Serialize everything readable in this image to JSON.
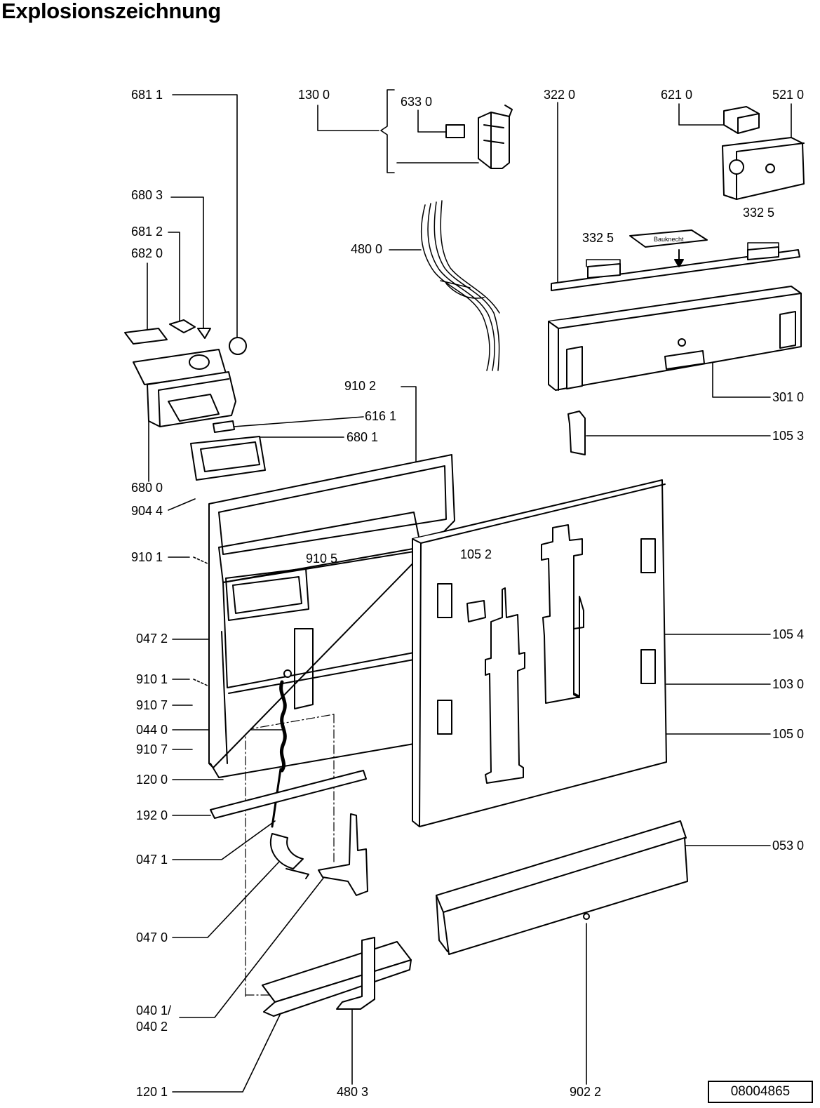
{
  "title": "Explosionszeichnung",
  "brand_mark": "Bauknecht",
  "document_number": "08004865",
  "part_labels": [
    "681 1",
    "130 0",
    "633 0",
    "322  0",
    "621 0",
    "521 0",
    "680 3",
    "681 2",
    "682 0",
    "332  5",
    "332  5",
    "480 0",
    "910 2",
    "616 1",
    "680 1",
    "301 0",
    "105 3",
    "680 0",
    "904 4",
    "910 1",
    "910 5",
    "105 2",
    "047 2",
    "105 4",
    "910 1",
    "103 0",
    "910 7",
    "044 0",
    "105 0",
    "910 7",
    "120 0",
    "192 0",
    "053 0",
    "047 1",
    "047 0",
    "040 1/",
    "040 2",
    "120 1",
    "480 3",
    "902 2"
  ]
}
